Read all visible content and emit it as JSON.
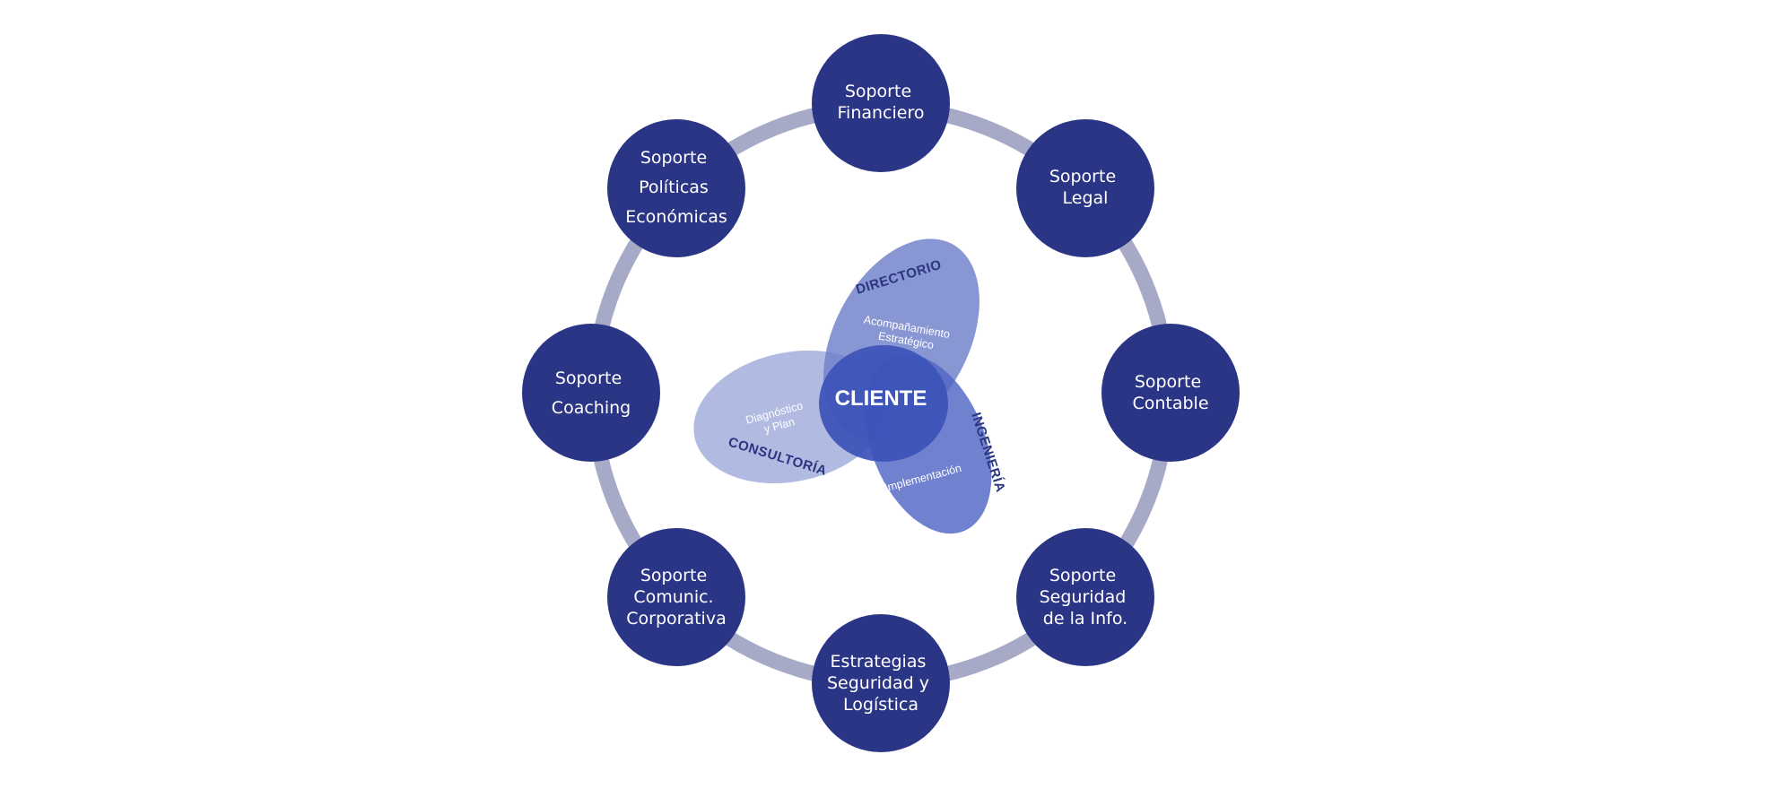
{
  "colors": {
    "node_fill": "#2b3585",
    "ring": "#a7aac6",
    "consultoria_petal": "#a9b2de",
    "directorio_petal": "#6f7fcb",
    "ingenieria_petal": "#5166c4",
    "center": "#3c52b9",
    "arc_text": "#2b3580"
  },
  "nodes": [
    {
      "id": "financiero",
      "lines": [
        "Soporte",
        "Financiero"
      ]
    },
    {
      "id": "legal",
      "lines": [
        "Soporte",
        "Legal"
      ]
    },
    {
      "id": "contable",
      "lines": [
        "Soporte",
        "Contable"
      ]
    },
    {
      "id": "seguridad-info",
      "lines": [
        "Soporte",
        "Seguridad",
        "de la Info."
      ]
    },
    {
      "id": "estrategias",
      "lines": [
        "Estrategias",
        "Seguridad y",
        "Logística"
      ]
    },
    {
      "id": "comunic",
      "lines": [
        "Soporte",
        "Comunic.",
        "Corporativa"
      ]
    },
    {
      "id": "coaching",
      "lines": [
        "Soporte",
        "Coaching"
      ]
    },
    {
      "id": "politicas",
      "lines": [
        "Soporte",
        "Políticas",
        "Económicas"
      ]
    }
  ],
  "center": {
    "label": "CLIENTE",
    "petals": {
      "directorio": {
        "title": "DIRECTORIO",
        "lines": [
          "Acompañamiento",
          "Estratégico"
        ]
      },
      "ingenieria": {
        "title": "INGENIERÍA",
        "lines": [
          "Implementación"
        ]
      },
      "consultoria": {
        "title": "CONSULTORÍA",
        "lines": [
          "Diagnóstico",
          "y Plan"
        ]
      }
    }
  }
}
